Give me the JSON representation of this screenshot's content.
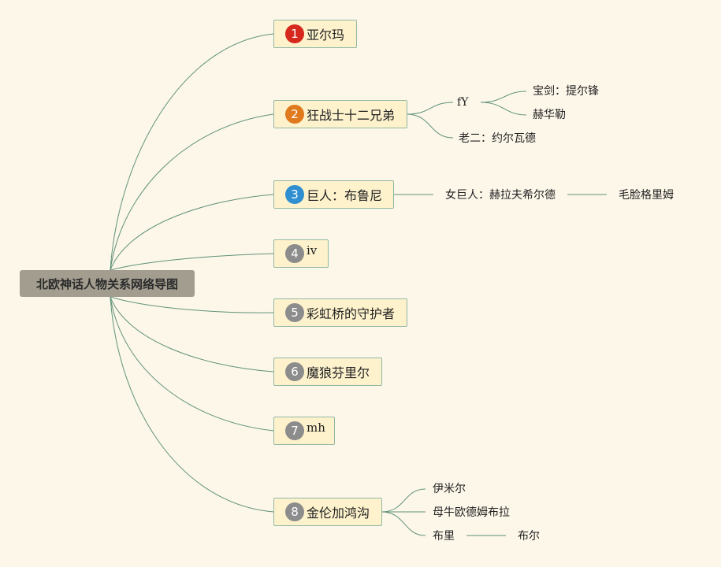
{
  "title": "北欧神话人物关系网络导图",
  "colors": {
    "background": "#fdf7ea",
    "line": "#5f9278",
    "topic_fill": "#fdf2cc",
    "topic_border": "#93b8a4",
    "central_fill": "#a29d8f"
  },
  "topics": [
    {
      "number": "1",
      "label": "亚尔玛",
      "badge_color": "#d6281c",
      "children": []
    },
    {
      "number": "2",
      "label": "狂战士十二兄弟",
      "badge_color": "#e07a1f",
      "children": [
        {
          "label": "fY",
          "children": [
            {
              "label": "宝剑：提尔锋"
            },
            {
              "label": "赫华勒"
            }
          ]
        },
        {
          "label": "老二：约尔瓦德",
          "children": []
        }
      ]
    },
    {
      "number": "3",
      "label": "巨人：布鲁尼",
      "badge_color": "#2f8fd0",
      "children": [
        {
          "label": "女巨人：赫拉夫希尔德",
          "children": [
            {
              "label": "毛脸格里姆"
            }
          ]
        }
      ]
    },
    {
      "number": "4",
      "label": "iv",
      "badge_color": "#8c8c8c",
      "children": []
    },
    {
      "number": "5",
      "label": "彩虹桥的守护者",
      "badge_color": "#8c8c8c",
      "children": []
    },
    {
      "number": "6",
      "label": "魔狼芬里尔",
      "badge_color": "#8c8c8c",
      "children": []
    },
    {
      "number": "7",
      "label": "mh",
      "badge_color": "#8c8c8c",
      "children": []
    },
    {
      "number": "8",
      "label": "金伦加鸿沟",
      "badge_color": "#8c8c8c",
      "children": [
        {
          "label": "伊米尔",
          "children": []
        },
        {
          "label": "母牛欧德姆布拉",
          "children": []
        },
        {
          "label": "布里",
          "children": [
            {
              "label": "布尔"
            }
          ]
        }
      ]
    }
  ]
}
